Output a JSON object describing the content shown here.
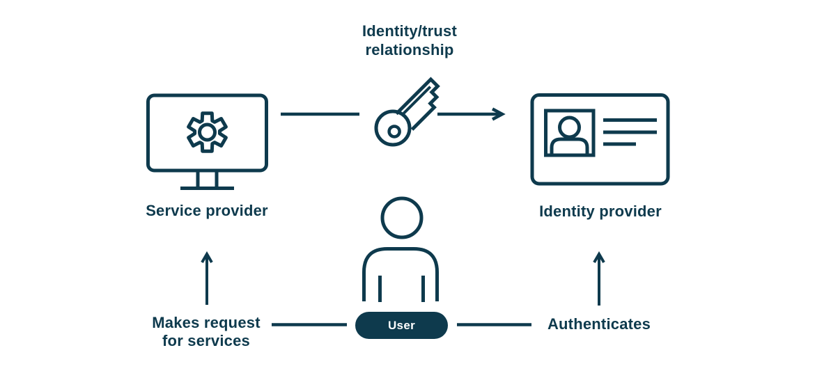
{
  "colors": {
    "ink": "#0e3a4d",
    "background": "#ffffff",
    "user_badge_fill": "#0e3a4d",
    "user_badge_text": "#ffffff"
  },
  "title": {
    "line1": "Identity/trust",
    "line2": "relationship"
  },
  "nodes": {
    "service_provider": {
      "label": "Service provider",
      "icon": "monitor-with-gear"
    },
    "identity_provider": {
      "label": "Identity provider",
      "icon": "id-card"
    },
    "user": {
      "label": "User",
      "icon": "person"
    }
  },
  "connections": {
    "trust": {
      "icon": "key",
      "from": "Service provider",
      "to": "Identity provider",
      "arrow": "right"
    },
    "makes_request": {
      "label_line1": "Makes request",
      "label_line2": "for services",
      "from": "User",
      "to": "Service provider",
      "arrow": "up"
    },
    "authenticates": {
      "label": "Authenticates",
      "from": "User",
      "to": "Identity provider",
      "arrow": "up"
    }
  }
}
